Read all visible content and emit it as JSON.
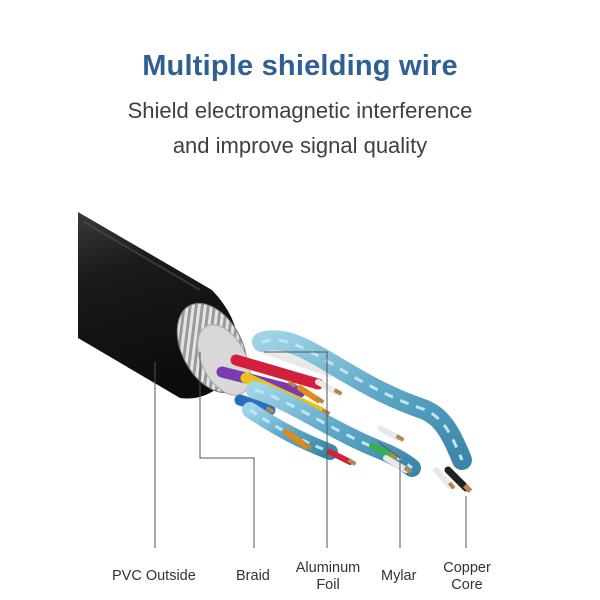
{
  "header": {
    "title": "Multiple shielding wire",
    "subtitle_line1": "Shield electromagnetic interference",
    "subtitle_line2": "and improve signal quality"
  },
  "labels": {
    "pvc_outside": "PVC Outside",
    "braid": "Braid",
    "aluminum_foil_line1": "Aluminum",
    "aluminum_foil_line2": "Foil",
    "mylar": "Mylar",
    "copper_core_line1": "Copper",
    "copper_core_line2": "Core"
  },
  "colors": {
    "title": "#2f5f93",
    "jacket": "#1c1c1c",
    "foil_blue": "#5ea8c8",
    "braid_silver": "#c8c8c8",
    "copper": "#b8864a",
    "wire_purple": "#7a3bb0",
    "wire_red": "#d21f3c",
    "wire_yellow": "#e8c21c",
    "wire_orange": "#e38a1a",
    "wire_green": "#36b24a",
    "wire_black": "#222222",
    "wire_white": "#e9e9e9"
  }
}
